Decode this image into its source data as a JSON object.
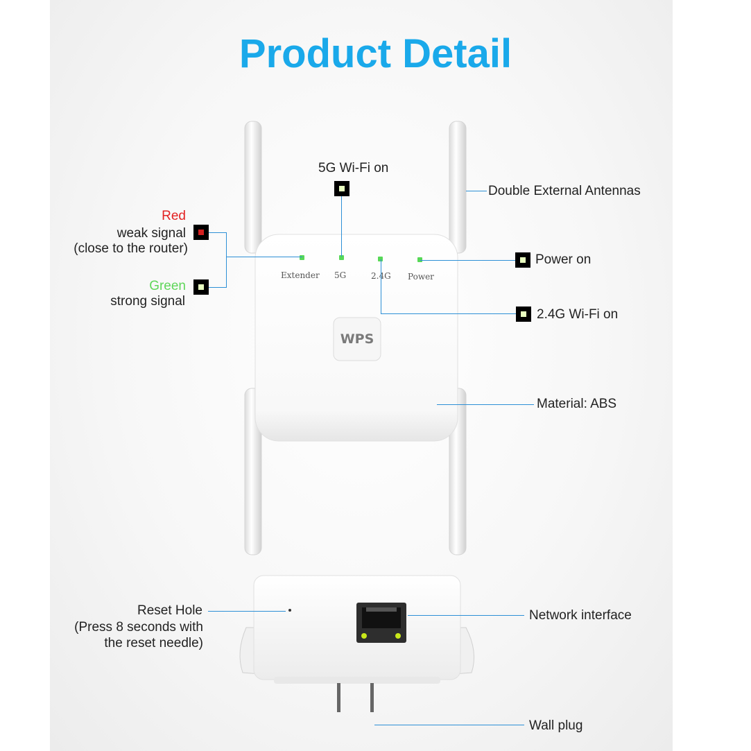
{
  "title": "Product Detail",
  "device": {
    "led_labels": [
      "Extender",
      "5G",
      "2.4G",
      "Power"
    ],
    "wps_label": "WPS"
  },
  "labels": {
    "wifi5g": "5G Wi-Fi on",
    "antennas": "Double External Antennas",
    "red_word": "Red",
    "weak_signal": "weak signal",
    "close_router": "(close to the router)",
    "green_word": "Green",
    "strong_signal": "strong signal",
    "power_on": "Power on",
    "wifi24g": "2.4G Wi-Fi on",
    "material": "Material: ABS",
    "reset_hole": "Reset Hole",
    "reset_press": "(Press 8 seconds with",
    "reset_needle": "the reset needle)",
    "network": "Network interface",
    "wall_plug": "Wall plug"
  },
  "colors": {
    "title": "#1aa9ea",
    "red": "#e32222",
    "green": "#5fd65a",
    "line": "#2c8fd6"
  }
}
